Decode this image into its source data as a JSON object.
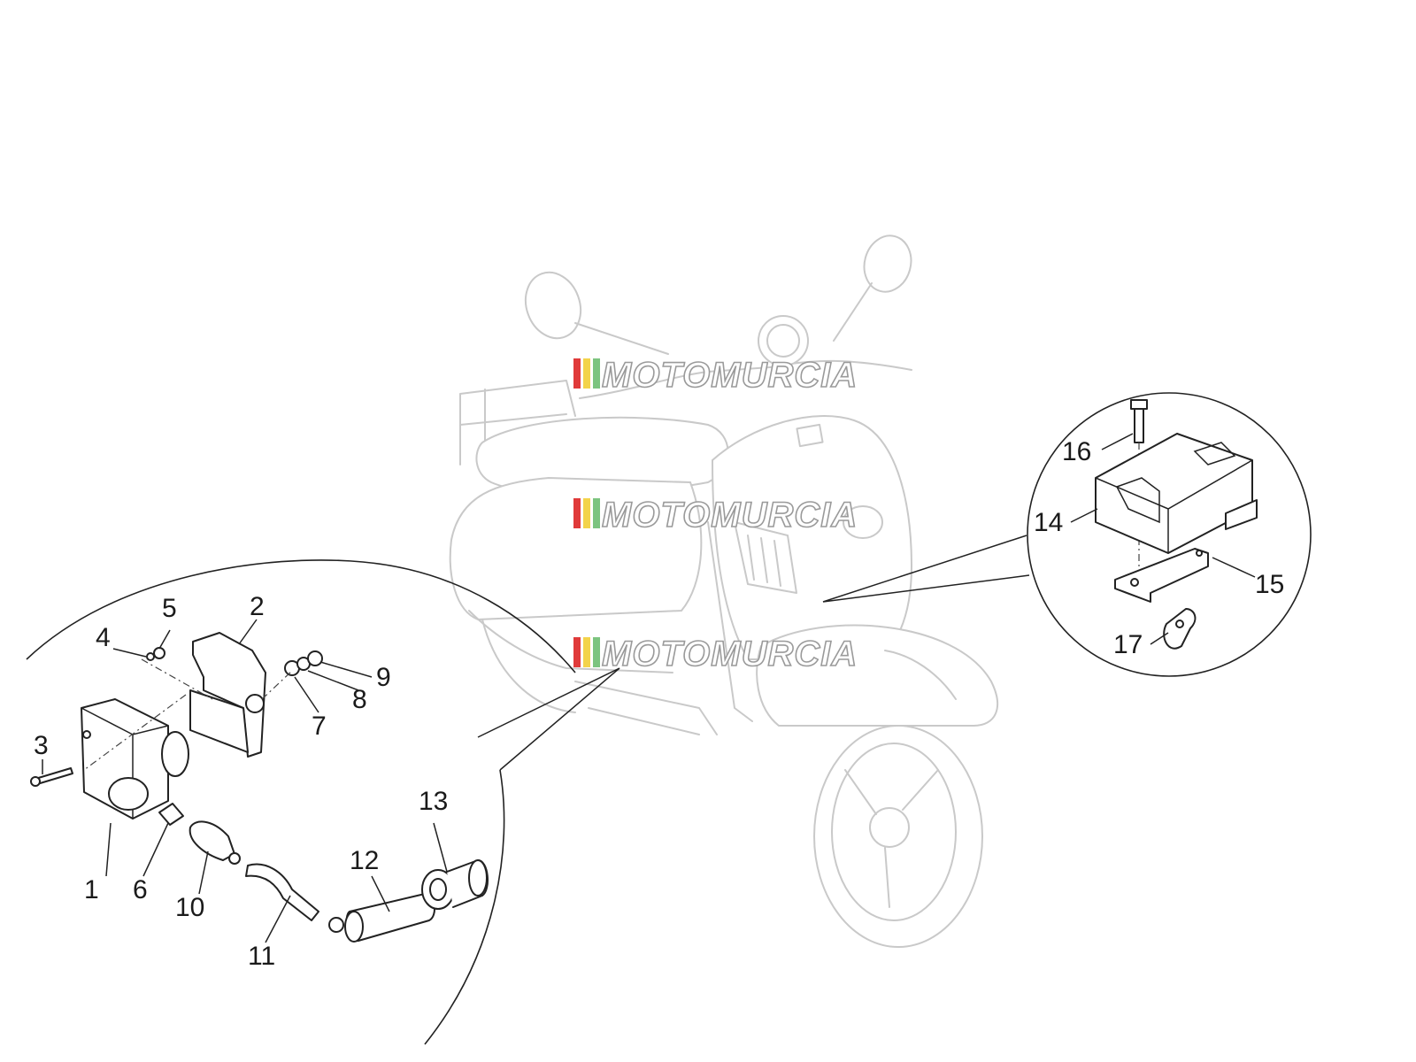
{
  "watermark": {
    "text": "MOTOMURCIA",
    "stripe_colors": [
      "#e03a3a",
      "#f3d34a",
      "#7cc47f"
    ],
    "count": 3
  },
  "callouts": [
    {
      "id": "1",
      "text": "1"
    },
    {
      "id": "2",
      "text": "2"
    },
    {
      "id": "3",
      "text": "3"
    },
    {
      "id": "4",
      "text": "4"
    },
    {
      "id": "5",
      "text": "5"
    },
    {
      "id": "6",
      "text": "6"
    },
    {
      "id": "7",
      "text": "7"
    },
    {
      "id": "8",
      "text": "8"
    },
    {
      "id": "9",
      "text": "9"
    },
    {
      "id": "10",
      "text": "10"
    },
    {
      "id": "11",
      "text": "11"
    },
    {
      "id": "12",
      "text": "12"
    },
    {
      "id": "13",
      "text": "13"
    },
    {
      "id": "14",
      "text": "14"
    },
    {
      "id": "15",
      "text": "15"
    },
    {
      "id": "16",
      "text": "16"
    },
    {
      "id": "17",
      "text": "17"
    }
  ]
}
